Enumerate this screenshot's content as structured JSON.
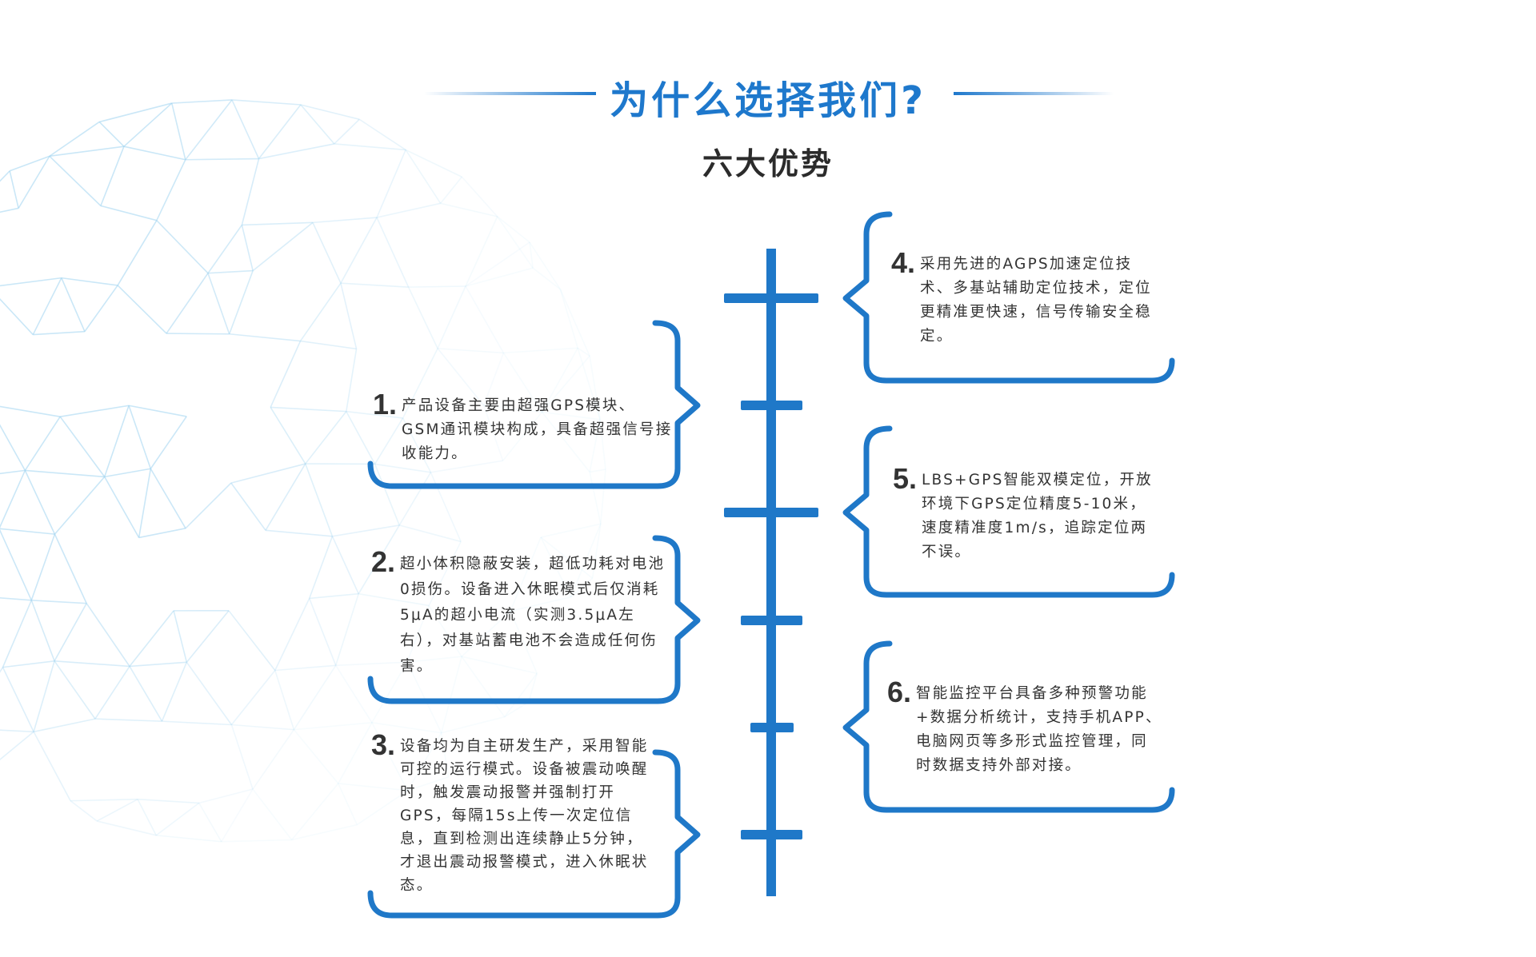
{
  "header": {
    "title": "为什么选择我们?",
    "subtitle": "六大优势"
  },
  "colors": {
    "accent": "#1f78c8",
    "text": "#333333",
    "globe": "#9fd3f0"
  },
  "advantages": [
    {
      "number": "1.",
      "text": "产品设备主要由超强GPS模块、GSM通讯模块构成，具备超强信号接收能力。"
    },
    {
      "number": "2.",
      "text": "超小体积隐蔽安装，超低功耗对电池0损伤。设备进入休眠模式后仅消耗5μA的超小电流（实测3.5μA左右），对基站蓄电池不会造成任何伤害。"
    },
    {
      "number": "3.",
      "text": "设备均为自主研发生产，采用智能可控的运行模式。设备被震动唤醒时，触发震动报警并强制打开GPS，每隔15s上传一次定位信息，直到检测出连续静止5分钟，才退出震动报警模式，进入休眠状态。"
    },
    {
      "number": "4.",
      "text": "采用先进的AGPS加速定位技术、多基站辅助定位技术，定位更精准更快速，信号传输安全稳定。"
    },
    {
      "number": "5.",
      "text": "LBS+GPS智能双模定位，开放环境下GPS定位精度5-10米，速度精准度1m/s，追踪定位两不误。"
    },
    {
      "number": "6.",
      "text": "智能监控平台具备多种预警功能+数据分析统计，支持手机APP、电脑网页等多形式监控管理，同时数据支持外部对接。"
    }
  ]
}
